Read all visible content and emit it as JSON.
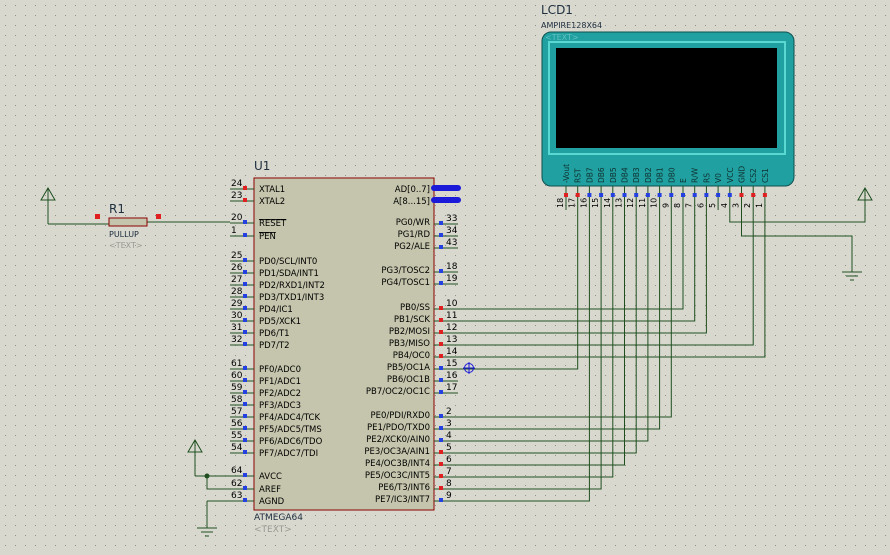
{
  "colors": {
    "background": "#d8d8cf",
    "grid_dot": "#55554d",
    "wire": "#1f4f1f",
    "body_outline": "#8b0000",
    "chip_fill": "#c5c5ad",
    "label": "#000000",
    "component_text": "#203040",
    "placeholder": "#9a9a94",
    "pin_blue": "#2440e0",
    "pin_red": "#e02020",
    "lcd_frame": "#20a0a0",
    "lcd_screen": "#000000",
    "bus": "#1a1ad8"
  },
  "u1": {
    "ref": "U1",
    "part": "ATMEGA64",
    "text_placeholder": "<TEXT>",
    "left_pins": [
      {
        "num": "24",
        "label": "XTAL1"
      },
      {
        "num": "23",
        "label": "XTAL2"
      },
      {
        "num": "20",
        "label": "RESET",
        "overline": true
      },
      {
        "num": "1",
        "label": "PEN",
        "overline": true
      },
      {
        "num": "25",
        "label": "PD0/SCL/INT0"
      },
      {
        "num": "26",
        "label": "PD1/SDA/INT1"
      },
      {
        "num": "27",
        "label": "PD2/RXD1/INT2"
      },
      {
        "num": "28",
        "label": "PD3/TXD1/INT3"
      },
      {
        "num": "29",
        "label": "PD4/IC1"
      },
      {
        "num": "30",
        "label": "PD5/XCK1"
      },
      {
        "num": "31",
        "label": "PD6/T1"
      },
      {
        "num": "32",
        "label": "PD7/T2"
      },
      {
        "num": "61",
        "label": "PF0/ADC0"
      },
      {
        "num": "60",
        "label": "PF1/ADC1"
      },
      {
        "num": "59",
        "label": "PF2/ADC2"
      },
      {
        "num": "58",
        "label": "PF3/ADC3"
      },
      {
        "num": "57",
        "label": "PF4/ADC4/TCK"
      },
      {
        "num": "56",
        "label": "PF5/ADC5/TMS"
      },
      {
        "num": "55",
        "label": "PF6/ADC6/TDO"
      },
      {
        "num": "54",
        "label": "PF7/ADC7/TDI"
      },
      {
        "num": "64",
        "label": "AVCC"
      },
      {
        "num": "62",
        "label": "AREF"
      },
      {
        "num": "63",
        "label": "AGND"
      }
    ],
    "right_pins": [
      {
        "num": "",
        "label": "AD[0..7]"
      },
      {
        "num": "",
        "label": "A[8...15]"
      },
      {
        "num": "33",
        "label": "PG0/WR"
      },
      {
        "num": "34",
        "label": "PG1/RD"
      },
      {
        "num": "43",
        "label": "PG2/ALE"
      },
      {
        "num": "18",
        "label": "PG3/TOSC2"
      },
      {
        "num": "19",
        "label": "PG4/TOSC1"
      },
      {
        "num": "10",
        "label": "PB0/SS"
      },
      {
        "num": "11",
        "label": "PB1/SCK"
      },
      {
        "num": "12",
        "label": "PB2/MOSI"
      },
      {
        "num": "13",
        "label": "PB3/MISO"
      },
      {
        "num": "14",
        "label": "PB4/OC0"
      },
      {
        "num": "15",
        "label": "PB5/OC1A"
      },
      {
        "num": "16",
        "label": "PB6/OC1B"
      },
      {
        "num": "17",
        "label": "PB7/OC2/OC1C"
      },
      {
        "num": "2",
        "label": "PE0/PDI/RXD0"
      },
      {
        "num": "3",
        "label": "PE1/PDO/TXD0"
      },
      {
        "num": "4",
        "label": "PE2/XCK0/AIN0"
      },
      {
        "num": "5",
        "label": "PE3/OC3A/AIN1"
      },
      {
        "num": "6",
        "label": "PE4/OC3B/INT4"
      },
      {
        "num": "7",
        "label": "PE5/OC3C/INT5"
      },
      {
        "num": "8",
        "label": "PE6/T3/INT6"
      },
      {
        "num": "9",
        "label": "PE7/IC3/INT7"
      }
    ]
  },
  "r1": {
    "ref": "R1",
    "value": "PULLUP",
    "text_placeholder": "<TEXT>"
  },
  "lcd1": {
    "ref": "LCD1",
    "part": "AMPIRE128X64",
    "text_placeholder": "<TEXT>",
    "pins": [
      {
        "num": "18",
        "label": "-Vout"
      },
      {
        "num": "17",
        "label": "RST"
      },
      {
        "num": "16",
        "label": "DB7"
      },
      {
        "num": "15",
        "label": "DB6"
      },
      {
        "num": "14",
        "label": "DB5"
      },
      {
        "num": "13",
        "label": "DB4"
      },
      {
        "num": "12",
        "label": "DB3"
      },
      {
        "num": "11",
        "label": "DB2"
      },
      {
        "num": "10",
        "label": "DB1"
      },
      {
        "num": "9",
        "label": "DB0"
      },
      {
        "num": "8",
        "label": "E"
      },
      {
        "num": "7",
        "label": "R/W"
      },
      {
        "num": "6",
        "label": "RS"
      },
      {
        "num": "5",
        "label": "V0"
      },
      {
        "num": "4",
        "label": "VCC"
      },
      {
        "num": "3",
        "label": "GND"
      },
      {
        "num": "2",
        "label": "CS2"
      },
      {
        "num": "1",
        "label": "CS1"
      }
    ]
  }
}
